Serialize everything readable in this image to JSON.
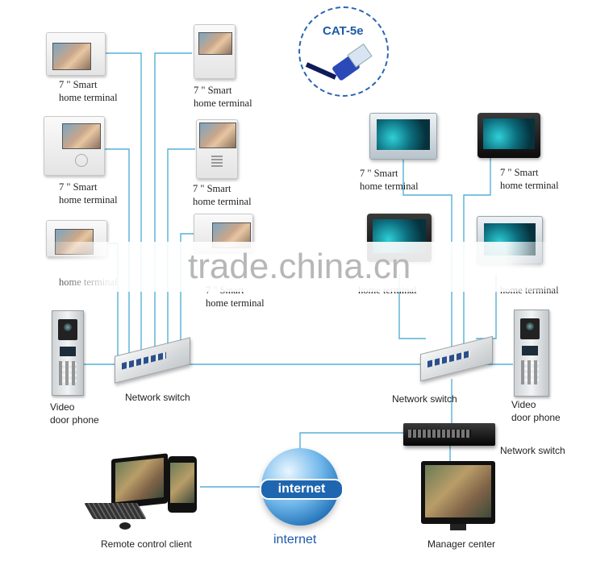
{
  "cable_badge": {
    "label": "CAT-5e"
  },
  "labels": {
    "terminal_line1": "7 \" Smart",
    "terminal_line2": "home terminal",
    "video_door_phone_line1": "Video",
    "video_door_phone_line2": "door phone",
    "network_switch": "Network switch",
    "remote_control_client": "Remote control client",
    "internet_label": "internet",
    "globe_text": "internet",
    "manager_center": "Manager center"
  },
  "watermark": "trade.china.cn",
  "colors": {
    "wire": "#55b0d6",
    "label": "#222222",
    "badge": "#1d5aa8"
  }
}
